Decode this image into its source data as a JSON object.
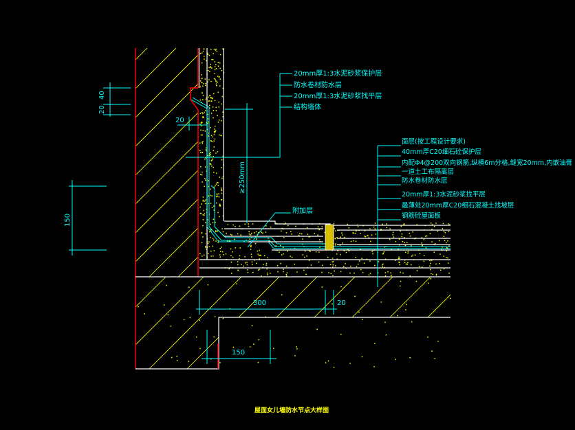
{
  "title": "屋面女儿墙防水节点大样图",
  "wall_labels": [
    "20mm厚1:3水泥砂浆保护层",
    "防水卷材防水层",
    "20mm厚1:3水泥砂浆找平层",
    "结构墙体"
  ],
  "roof_labels": [
    "面层(按工程设计要求)",
    "40mm厚C20细石砼保护层",
    "内配Φ4@200双向钢筋,纵横6m分格,缝宽20mm,内嵌油膏",
    "一道土工布隔离层",
    "防水卷材防水层",
    "20mm厚1:3水泥砂浆找平层",
    "最薄处20mm厚C20细石混凝土找坡层",
    "钢筋砼屋面板"
  ],
  "extra_layer_label": "附加层",
  "dimensions": {
    "top_40": "40",
    "top_20": "20",
    "reglet_20": "20",
    "left_150": "150",
    "upturn": "≥250mm",
    "span_300": "300",
    "joint_20": "20",
    "bottom_150": "150"
  },
  "colors": {
    "background": "#000000",
    "annotation": "#00ffff",
    "hatch": "#ffff00",
    "outline": "#ffffff",
    "accent": "#ff0000"
  }
}
